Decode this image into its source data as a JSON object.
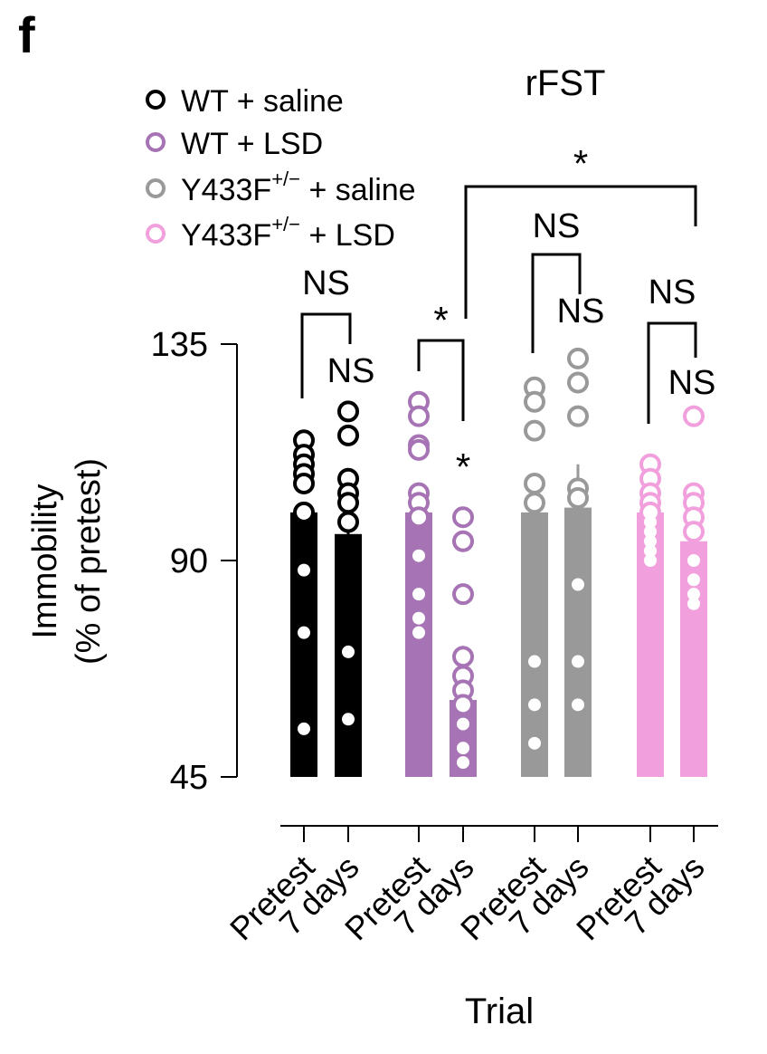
{
  "panel_label": "f",
  "chart_data": {
    "type": "bar",
    "title": "rFST",
    "xlabel": "Trial",
    "ylabel_line1": "Immobility",
    "ylabel_line2": "(% of pretest)",
    "ylim": [
      45,
      135
    ],
    "yticks": [
      "135",
      "90",
      "45"
    ],
    "ytick_values": [
      135,
      90,
      45
    ],
    "categories": [
      "Pretest",
      "7 days",
      "Pretest",
      "7 days",
      "Pretest",
      "7 days",
      "Pretest",
      "7 days"
    ],
    "legend_placement": "top-left",
    "groups": [
      {
        "name": "WT + saline",
        "name_main": "WT + saline",
        "superscript": "",
        "name_tail": "",
        "color": "#000000",
        "bars": [
          {
            "trial": "Pretest",
            "mean": 100,
            "error": 0,
            "points": [
              115,
              112,
              110,
              108,
              106,
              100,
              88,
              75,
              55
            ]
          },
          {
            "trial": "7 days",
            "mean": 95.5,
            "error": 2,
            "points": [
              121,
              116,
              107,
              104,
              102,
              98,
              71,
              57
            ]
          }
        ]
      },
      {
        "name": "WT + LSD",
        "name_main": "WT + LSD",
        "superscript": "",
        "name_tail": "",
        "color": "#a673b4",
        "bars": [
          {
            "trial": "Pretest",
            "mean": 100,
            "error": 0,
            "points": [
              123,
              120,
              114,
              113,
              104,
              102,
              99,
              91,
              83,
              78,
              75
            ]
          },
          {
            "trial": "7 days",
            "mean": 61,
            "error": 5,
            "points": [
              99,
              94,
              83,
              70,
              66,
              63,
              60,
              56,
              51,
              48
            ]
          }
        ],
        "annotation": "*"
      },
      {
        "name": "Y433F+/− + saline",
        "name_main": "Y433F",
        "superscript": "+/−",
        "name_tail": " + saline",
        "color": "#999999",
        "bars": [
          {
            "trial": "Pretest",
            "mean": 100,
            "error": 0,
            "points": [
              126,
              123,
              117,
              106,
              102,
              69,
              60,
              52
            ]
          },
          {
            "trial": "7 days",
            "mean": 101,
            "error": 9,
            "points": [
              132,
              127,
              120,
              105,
              103,
              85,
              69,
              60
            ]
          }
        ]
      },
      {
        "name": "Y433F+/− + LSD",
        "name_main": "Y433F",
        "superscript": "+/−",
        "name_tail": " + LSD",
        "color": "#f2a0dd",
        "bars": [
          {
            "trial": "Pretest",
            "mean": 100,
            "error": 0,
            "points": [
              110,
              107,
              104,
              102,
              100,
              98,
              96,
              94,
              92,
              90
            ]
          },
          {
            "trial": "7 days",
            "mean": 94,
            "error": 3,
            "points": [
              120,
              104,
              102,
              99,
              96,
              90,
              86,
              83,
              81
            ]
          }
        ]
      }
    ],
    "comparisons": [
      {
        "label": "NS",
        "from_bar": 0,
        "to_bar": 1
      },
      {
        "label": "*",
        "from_bar": 2,
        "to_bar": 3
      },
      {
        "label": "NS",
        "from_bar": 4,
        "to_bar": 5
      },
      {
        "label": "NS",
        "from_bar": 6,
        "to_bar": 7
      },
      {
        "label": "*",
        "from_bar": 3,
        "to_bar": 7
      }
    ],
    "point_labels": [
      {
        "bar": 1,
        "label": "NS"
      },
      {
        "bar": 5,
        "label": "NS"
      },
      {
        "bar": 7,
        "label": "NS"
      }
    ]
  }
}
